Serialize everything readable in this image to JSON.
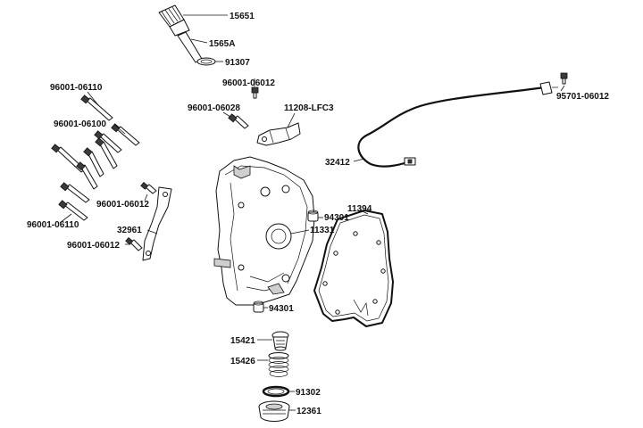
{
  "labels": {
    "p15651": "15651",
    "p1565A": "1565A",
    "p91307": "91307",
    "p96001_06110_top": "96001-06110",
    "p96001_06012_a": "96001-06012",
    "p96001_06100": "96001-06100",
    "p96001_06028": "96001-06028",
    "p11208_LFC3": "11208-LFC3",
    "p95701_06012": "95701-06012",
    "p32412": "32412",
    "p96001_06012_b": "96001-06012",
    "p11394": "11394",
    "p94301_a": "94301",
    "p11331": "11331",
    "p32961": "32961",
    "p96001_06110_bottom": "96001-06110",
    "p96001_06012_c": "96001-06012",
    "p94301_b": "94301",
    "p15421": "15421",
    "p15426": "15426",
    "p91302": "91302",
    "p12361": "12361"
  }
}
